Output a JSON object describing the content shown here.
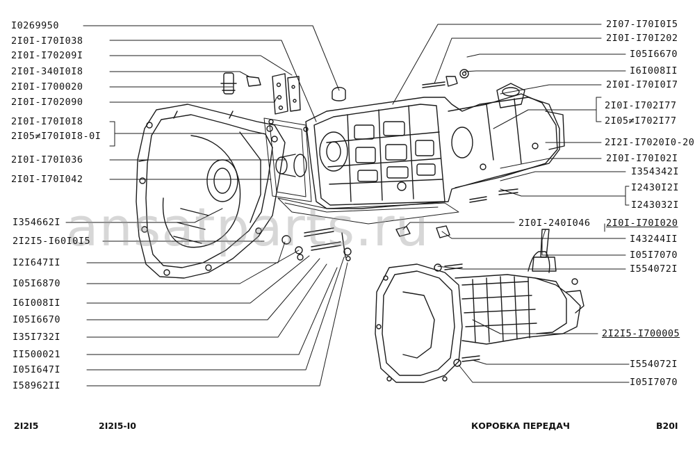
{
  "title": "КОРОБКА ПЕРЕДАЧ",
  "models": [
    "2I2I5",
    "2I2I5-I0"
  ],
  "page_code": "B20I",
  "watermark": "ansatparts.ru",
  "labels_left": [
    "I0269950",
    "2I0I-I70I038",
    "2I0I-I70209I",
    "2I0I-340I0I8",
    "2I0I-I700020",
    "2I0I-I702090",
    "2I0I-I70I0I8",
    "2I05≠I70I0I8-0I",
    "2I0I-I70I036",
    "2I0I-I70I042",
    "I354662I",
    "2I2I5-I60I0I5",
    "I2I647II",
    "I05I6870",
    "I6I008II",
    "I05I6670",
    "I35I732I",
    "II500021",
    "I05I647I",
    "I58962II"
  ],
  "labels_right": [
    "2I07-I70I0I5",
    "2I0I-I70I202",
    "I05I6670",
    "I6I008II",
    "2I0I-I70I0I7",
    "2I0I-I702I77",
    "2I05≠I702I77",
    "2I2I-I7020I0-20",
    "2I0I-I70I02I",
    "I354342I",
    "I2430I2I",
    "I243032I",
    "2I0I-240I046",
    "2I0I-I70I020",
    "I43244II",
    "I05I7070",
    "I554072I",
    "2I2I5-I700005",
    "I554072I",
    "I05I7070"
  ],
  "colors": {
    "ink": "#111111",
    "watermark": "#969696"
  }
}
